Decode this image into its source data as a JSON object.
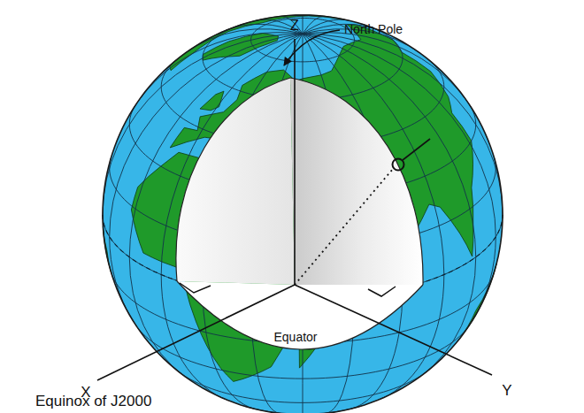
{
  "diagram": {
    "labels": [
      "Z",
      "North Pole",
      "Equator",
      "X",
      "Y",
      "Equinox of J2000"
    ]
  }
}
